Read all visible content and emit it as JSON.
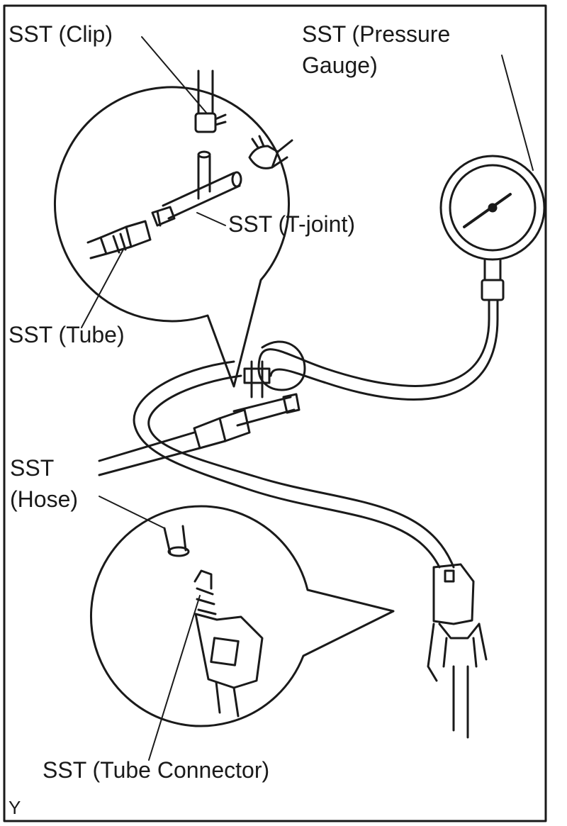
{
  "labels": {
    "clip": "SST (Clip)",
    "pressure_gauge_line1": "SST (Pressure",
    "pressure_gauge_line2": "Gauge)",
    "t_joint": "SST (T-joint)",
    "tube": "SST (Tube)",
    "hose_line1": "SST",
    "hose_line2": "(Hose)",
    "tube_connector": "SST (Tube Connector)",
    "corner_code": "Y"
  },
  "colors": {
    "line": "#1a1a1a",
    "background": "#ffffff"
  }
}
